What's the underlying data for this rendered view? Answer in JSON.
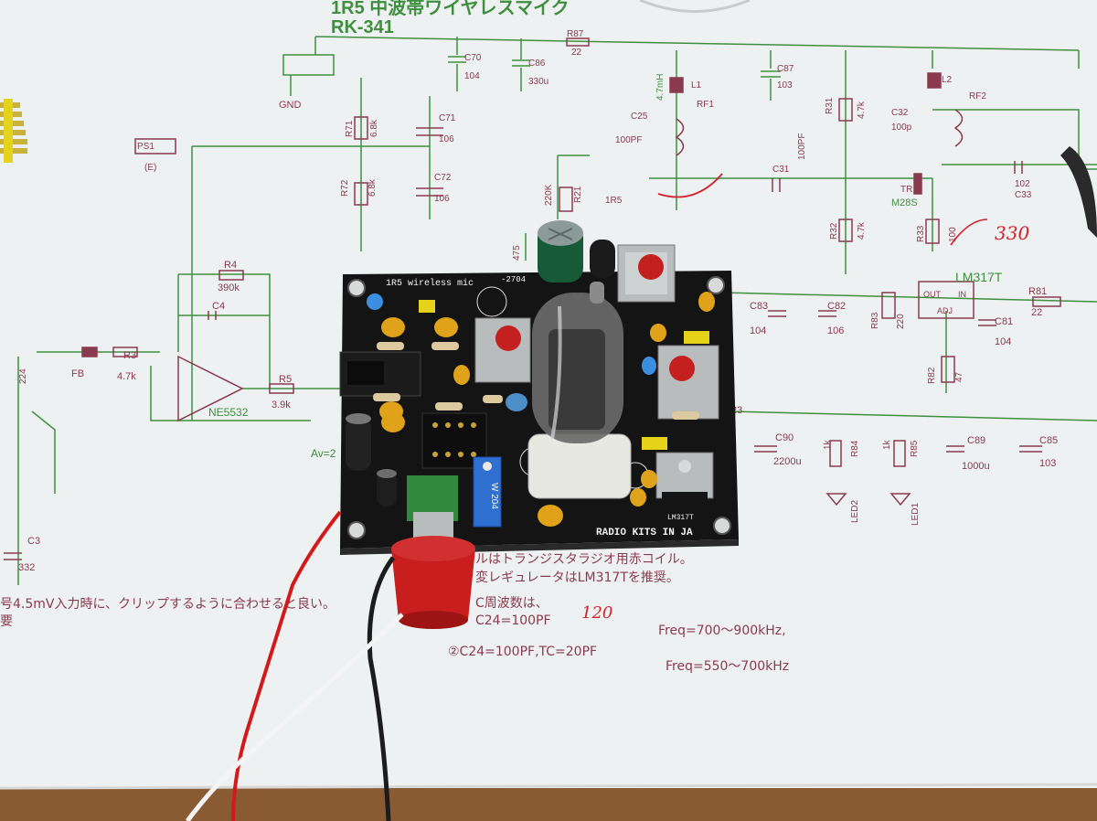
{
  "schematic": {
    "title_line1": "1R5 中波帯ワイヤレスマイク",
    "title_line2": "RK-341",
    "labels": {
      "gnd": "GND",
      "ps1": "PS1",
      "ps1_e": "(E)",
      "r87": "R87",
      "r87_val": "22",
      "c70": "C70",
      "c70_val": "104",
      "c86": "C86",
      "c86_val": "330u",
      "l1": "L1",
      "l1_val": "4.7mH",
      "c87": "C87",
      "c87_val": "103",
      "r31": "R31",
      "r31_val": "4.7k",
      "l2": "L2",
      "c32": "C32",
      "c32_val": "100p",
      "rf1": "RF1",
      "rf2": "RF2",
      "r71": "R71",
      "r71_val": "6.8k",
      "c71": "C71",
      "c71_val": "106",
      "r72": "R72",
      "r72_val": "6.8k",
      "c72": "C72",
      "c72_val": "106",
      "c25": "C25",
      "c25_val": "100PF",
      "c31": "C31",
      "c31_val": "100PF",
      "tr": "TR",
      "tr_val": "M28S",
      "c33": "C33",
      "c33_val": "102",
      "r21": "R21",
      "r21_val": "220K",
      "tube": "1R5",
      "r32": "R32",
      "r32_val": "4.7k",
      "r33": "R33",
      "r33_val": "100",
      "lm317": "LM317T",
      "out": "OUT",
      "in": "IN",
      "adj": "ADJ",
      "r81": "R81",
      "r81_val": "22",
      "c83": "C83",
      "c83_val": "104",
      "c82": "C82",
      "c82_val": "106",
      "r83": "R83",
      "r83_val": "220",
      "c81": "C81",
      "c81_val": "104",
      "r82": "R82",
      "r82_val": "47",
      "r4": "R4",
      "r4_val": "390k",
      "c4": "C4",
      "r3": "R3",
      "r3_val": "4.7k",
      "fb": "FB",
      "r5": "R5",
      "r5_val": "3.9k",
      "ne5532": "NE5532",
      "av": "Av=2",
      "c224": "224",
      "c3": "C3",
      "c3_val": "332",
      "c90": "C90",
      "c90_val": "2200u",
      "r84": "R84",
      "r84_val": "1k",
      "r85": "R85",
      "r85_val": "1k",
      "c89": "C89",
      "c89_val": "1000u",
      "c85": "C85",
      "c85_val": "103",
      "led1": "LED1",
      "led2": "LED2",
      "r475": "475",
      "n23": "23"
    },
    "notes": [
      "ルはトランジスタラジオ用赤コイル。",
      "変レギュレータはLM317Tを推奨。",
      "C周波数は、",
      "C24=100PF",
      "Freq=700～900kHz,",
      "②C24=100PF,TC=20PF",
      "Freq=550～700kHz",
      "号4.5mV入力時に、クリップするように合わせると良い。",
      "要"
    ],
    "handwritten": [
      "330",
      "120"
    ]
  },
  "pcb": {
    "silk_title": "1R5 wireless mic",
    "silk_code": "-2704",
    "silk_brand": "RADIO KITS IN JA",
    "silk_lm317": "LM317T",
    "silk_trimmer": "W 204",
    "colors": {
      "board": "#141414",
      "tube_glass": "#6a6a6a",
      "knob": "#c81e1e",
      "trimmer": "#2e6fd0",
      "cap_yellow": "#e0a21a",
      "coil_red": "#c42020"
    }
  },
  "colors": {
    "paper": "#ecefef",
    "schematic_line": "#3f8f3f",
    "schematic_text": "#8a3a4e",
    "handwriting": "#d4202a"
  }
}
